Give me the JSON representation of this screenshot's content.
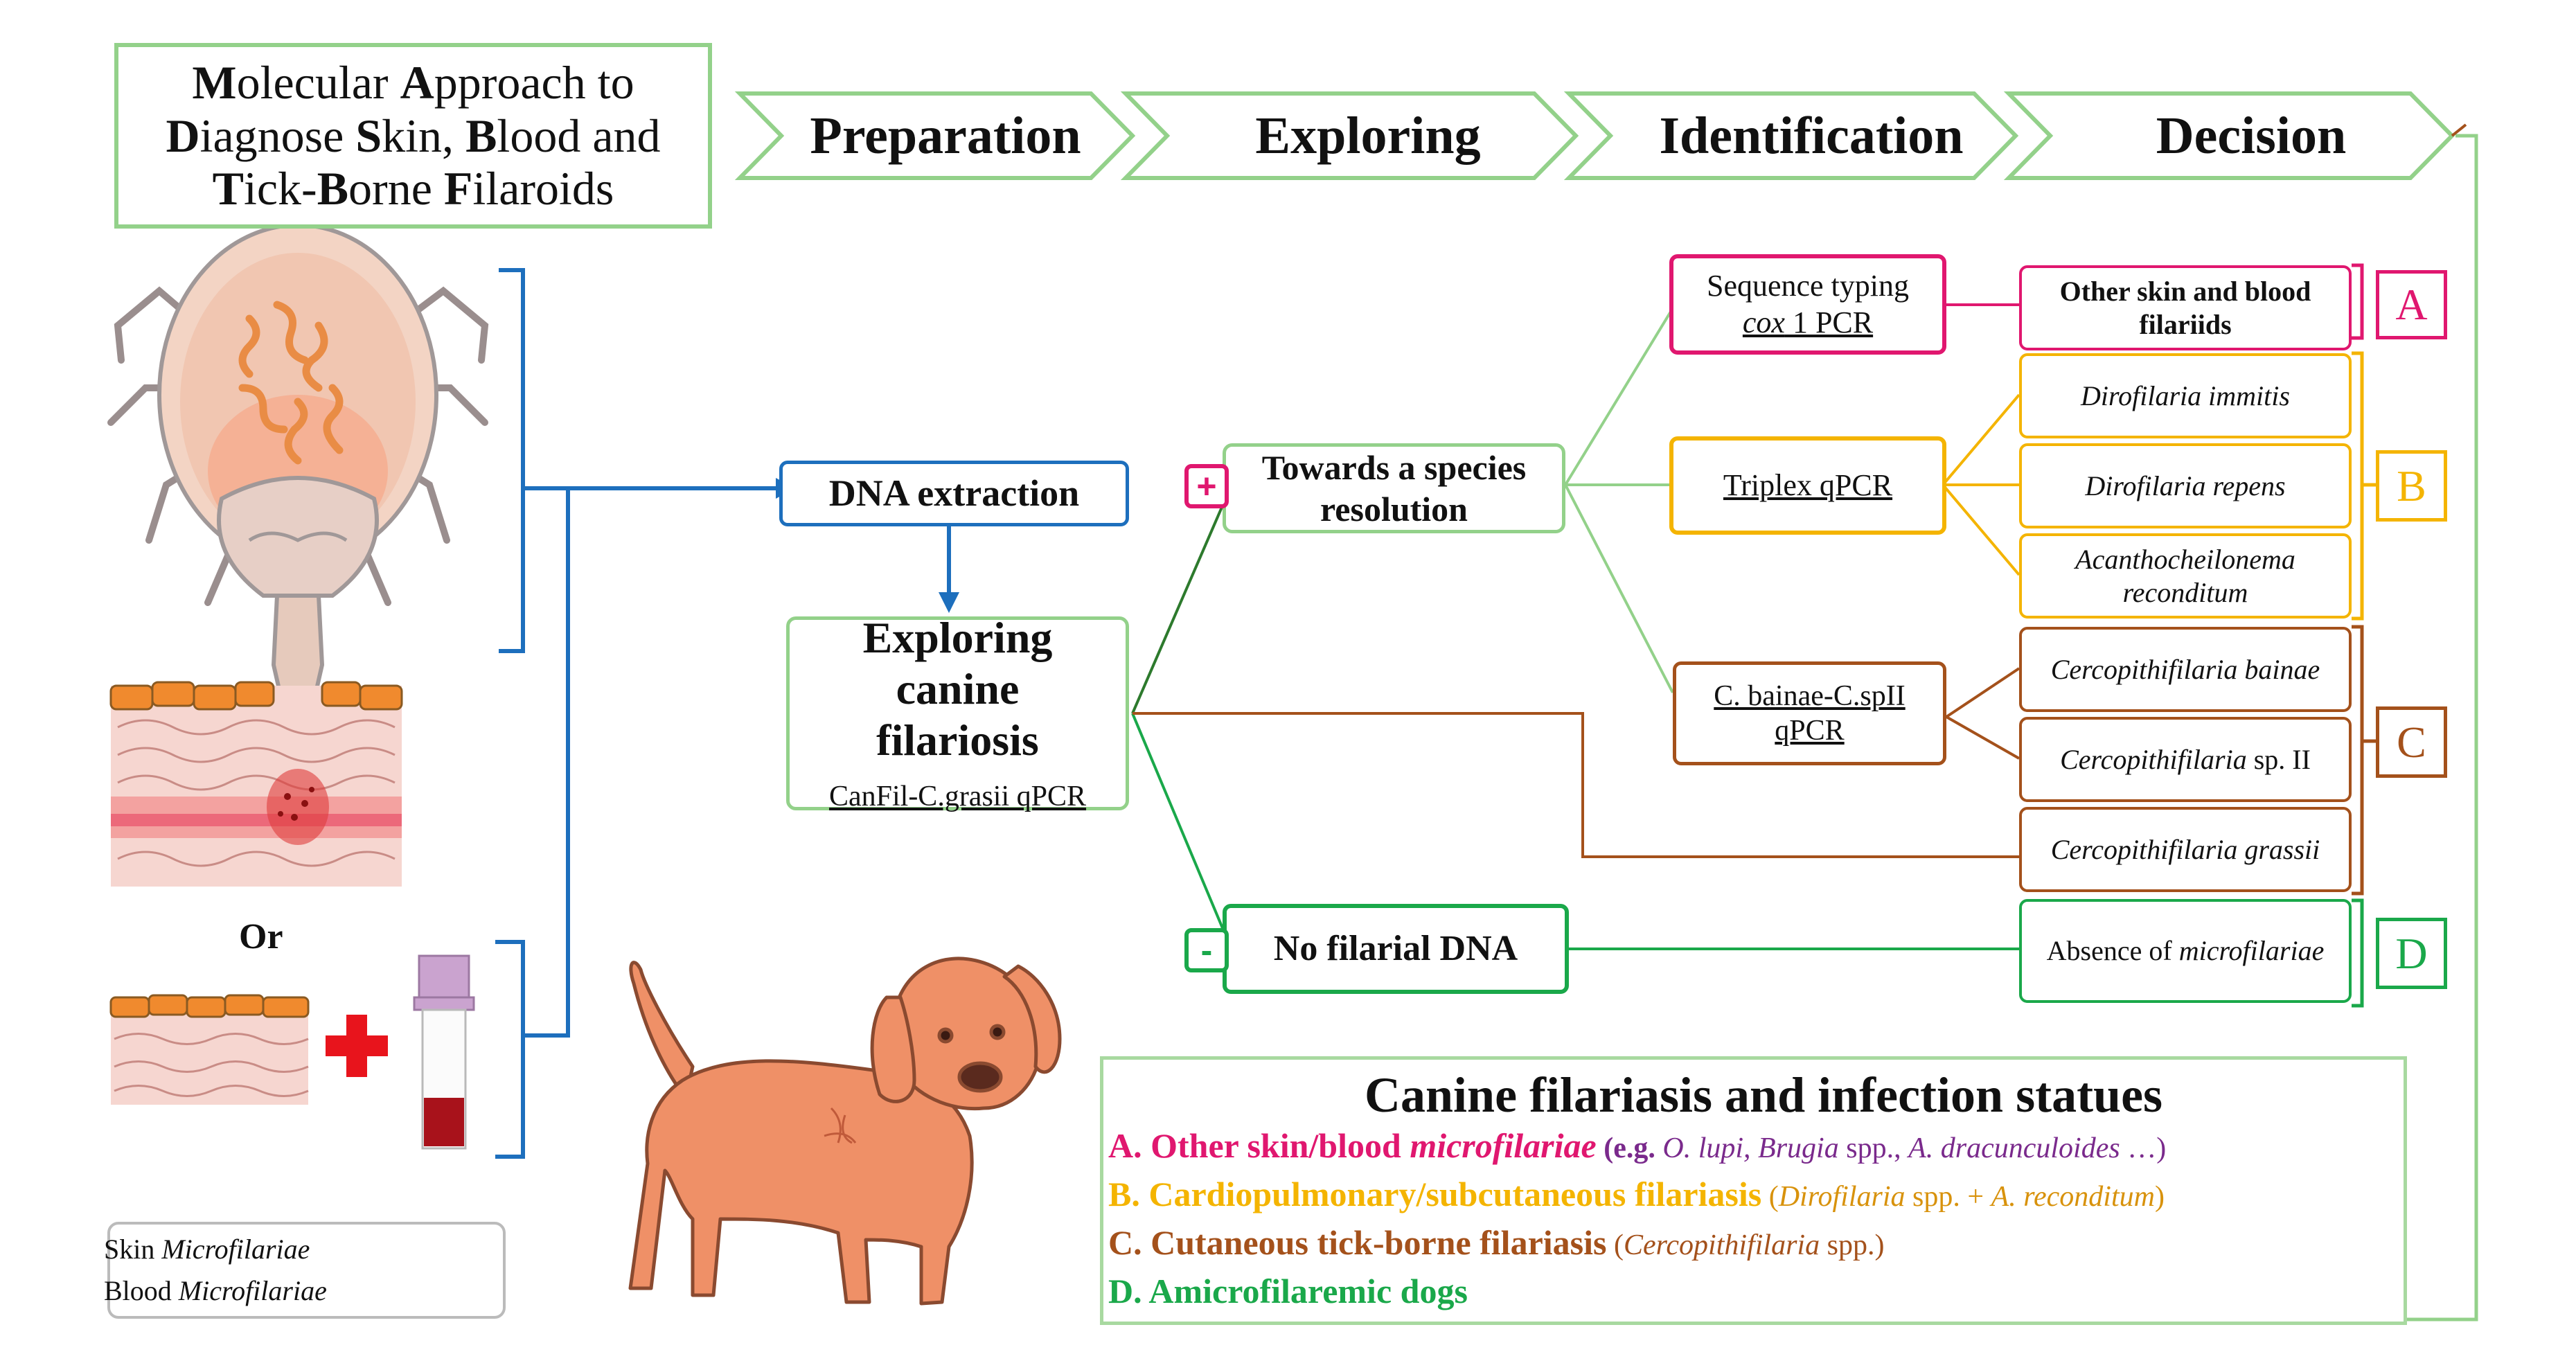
{
  "title": {
    "line1": [
      {
        "cap": "M",
        "rest": "olecular "
      },
      {
        "cap": "A",
        "rest": "pproach to"
      }
    ],
    "line2": [
      {
        "cap": "D",
        "rest": "iagnose "
      },
      {
        "cap": "S",
        "rest": "kin, "
      },
      {
        "cap": "B",
        "rest": "lood and"
      }
    ],
    "line3": [
      {
        "cap": "T",
        "rest": "ick-"
      },
      {
        "cap": "B",
        "rest": "orne "
      },
      {
        "cap": "F",
        "rest": "ilaroids"
      }
    ]
  },
  "steps": [
    "Preparation",
    "Exploring",
    "Identification",
    "Decision"
  ],
  "sample": {
    "or_label": "Or"
  },
  "nodes": {
    "dna_extraction": "DNA extraction",
    "exploring_title": "Exploring canine filariosis",
    "exploring_method": "CanFil-C.grasii qPCR",
    "species_resolution": "Towards a species resolution",
    "no_filarial_dna": "No filarial DNA",
    "positive_sign": "+",
    "negative_sign": "-",
    "sequence_typing": "Sequence typing",
    "cox1_italic": "cox",
    "cox1_rest": " 1 PCR",
    "triplex": "Triplex qPCR",
    "cbainae_line1": "C. bainae-C.spII",
    "cbainae_line2": "qPCR"
  },
  "results": {
    "other_filariids": "Other skin and blood filariids",
    "d_immitis": "Dirofilaria immitis",
    "d_repens": "Dirofilaria repens",
    "a_reconditum_1": "Acanthocheilonema",
    "a_reconditum_2": "reconditum",
    "c_bainae": "Cercopithifilaria bainae",
    "c_sp2_italic": "Cercopithifilaria",
    "c_sp2_rest": " sp. II",
    "c_grassii": "Cercopithifilaria grassii",
    "absence_1": "Absence of ",
    "absence_2": "microfilariae"
  },
  "letters": [
    "A",
    "B",
    "C",
    "D"
  ],
  "legend": {
    "title": "Canine filariasis and infection statues",
    "a": {
      "label": "A.  Other skin/blood ",
      "label_it": "microfilariae",
      "ex_pre": " (e.g. ",
      "ex_it": "O. lupi, Brugia",
      "ex_mid": " spp., ",
      "ex_it2": "A. dracunculoides",
      "ex_post": " …)"
    },
    "b": {
      "label": "B.  Cardiopulmonary/subcutaneous  filariasis",
      "ex_pre": " (",
      "ex_it": "Dirofilaria",
      "ex_mid": " spp. + ",
      "ex_it2": "A. reconditum",
      "ex_post": ")"
    },
    "c": {
      "label": "C.  Cutaneous tick-borne filariasis",
      "ex_pre": " (",
      "ex_it": "Cercopithifilaria",
      "ex_post": " spp.)"
    },
    "d": {
      "label": "D.  Amicrofilaremic dogs"
    }
  },
  "mf_legend": {
    "skin_pre": "Skin ",
    "skin_it": "Microfilariae",
    "blood_pre": "Blood ",
    "blood_it": "Microfilariae"
  },
  "colors": {
    "A": "#e0176f",
    "A_example": "#7a2a8c",
    "B": "#f4b400",
    "B_example": "#d8920c",
    "C": "#a4511b",
    "D": "#1aa84a",
    "blue": "#1d6fbd",
    "light_green": "#93d18a",
    "dark_green": "#2d7a2d",
    "dog": "#ef9067"
  },
  "icons": [
    "tick-illustration",
    "skin-section-illustration",
    "blood-tube-icon",
    "red-cross-icon",
    "dog-illustration",
    "chevron-arrow"
  ]
}
